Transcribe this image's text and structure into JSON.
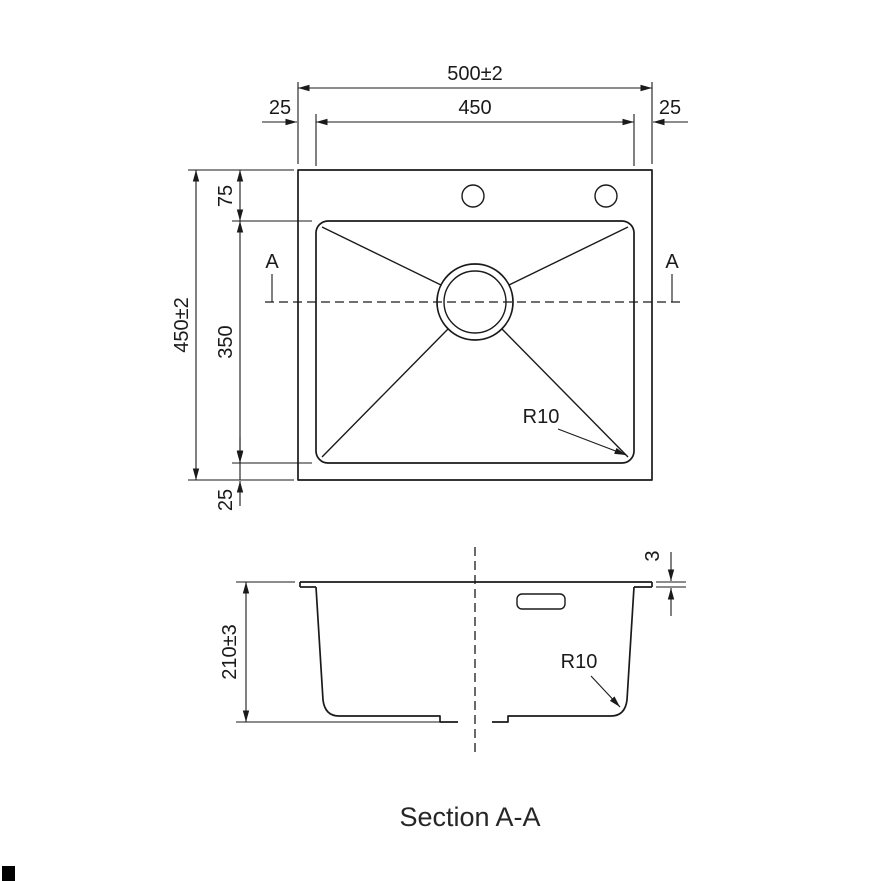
{
  "drawing": {
    "caption": "Section A-A",
    "colors": {
      "line": "#1a1a1a",
      "background": "#ffffff"
    }
  },
  "top_view": {
    "dims": {
      "overall_width": "500±2",
      "inner_width": "450",
      "left_rim": "25",
      "right_rim": "25",
      "top_rim": "75",
      "bowl_length": "350",
      "overall_depth": "450±2",
      "bottom_rim": "25",
      "corner_radius": "R10"
    },
    "section_marks": {
      "left": "A",
      "right": "A"
    }
  },
  "section_view": {
    "dims": {
      "bowl_depth": "210±3",
      "rim_thickness": "3",
      "corner_radius": "R10"
    }
  }
}
